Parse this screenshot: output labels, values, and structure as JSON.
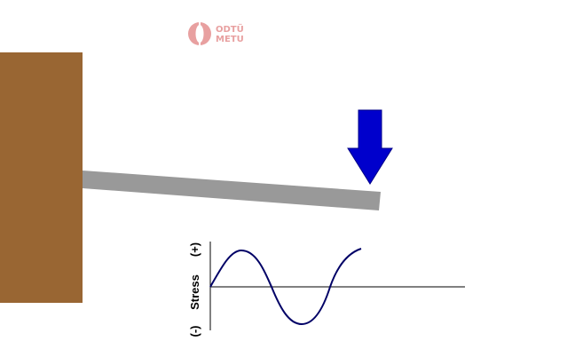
{
  "logo": {
    "line1": "ODTÜ",
    "line2": "METU"
  },
  "colors": {
    "wall": "#996633",
    "beam": "#999999",
    "arrow": "#0000cc",
    "curve": "#000066",
    "logo": "#e8a0a0"
  },
  "stress_plot": {
    "axis_label": "Stress",
    "positive_label": "(+)",
    "negative_label": "(-)"
  },
  "icons": {
    "load": "down-arrow-icon",
    "logo": "metu-logo-icon"
  }
}
